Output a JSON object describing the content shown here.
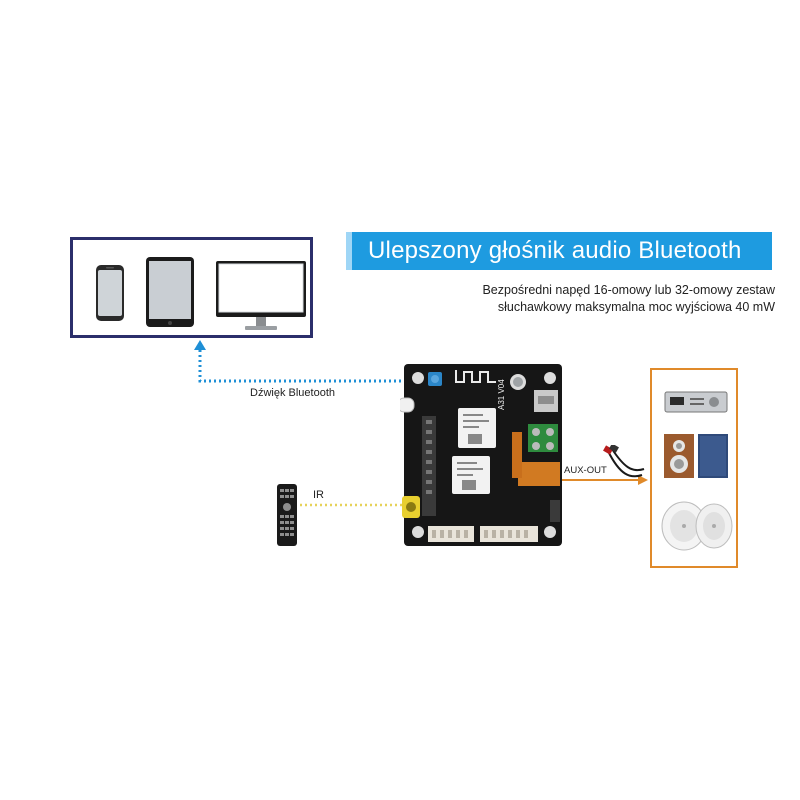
{
  "title": "Ulepszony głośnik audio Bluetooth",
  "subtitle": "Bezpośredni napęd 16-omowy lub 32-omowy zestaw słuchawkowy maksymalna moc wyjściowa 40 mW",
  "labels": {
    "bluetooth": "Dźwięk Bluetooth",
    "ir": "IR",
    "aux_out": "AUX-OUT"
  },
  "board": {
    "model_marking": "A31 V04"
  },
  "devices": [
    "phone-icon",
    "tablet-icon",
    "monitor-icon"
  ],
  "outputs": [
    "amplifier-icon",
    "bookshelf-speaker-icon",
    "ceiling-speaker-icon"
  ],
  "colors": {
    "banner": "#1e9be0",
    "devices_border": "#2b2f6b",
    "bluetooth_line": "#1e8fd6",
    "ir_line": "#e6d25a",
    "aux_line": "#e08a2a"
  }
}
